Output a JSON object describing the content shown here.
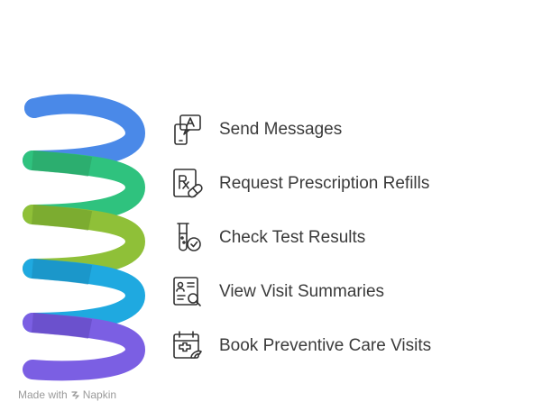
{
  "items": [
    {
      "label": "Send Messages",
      "icon": "chat-phone-icon",
      "color": "#4a89e8"
    },
    {
      "label": "Request Prescription Refills",
      "icon": "prescription-pill-icon",
      "color": "#2fc27e"
    },
    {
      "label": "Check Test Results",
      "icon": "test-tube-check-icon",
      "color": "#8fc038"
    },
    {
      "label": "View Visit Summaries",
      "icon": "document-search-icon",
      "color": "#1fa9e0"
    },
    {
      "label": "Book Preventive Care Visits",
      "icon": "calendar-medical-icon",
      "color": "#7b5fe3"
    }
  ],
  "footer": {
    "made_with": "Made with",
    "brand": "Napkin"
  }
}
